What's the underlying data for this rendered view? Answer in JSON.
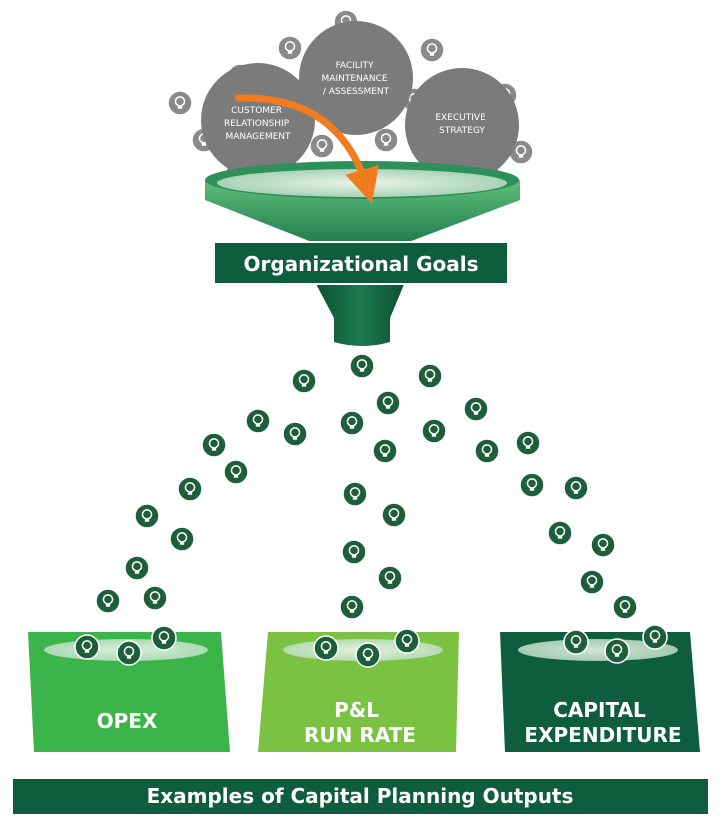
{
  "inputs": {
    "customer": [
      "CUSTOMER",
      "RELATIONSHIP",
      "MANAGEMENT"
    ],
    "facility": [
      "FACILITY",
      "MAINTENANCE",
      "/ ASSESSMENT"
    ],
    "executive": [
      "EXECUTIVE",
      "STRATEGY"
    ]
  },
  "funnel_label": "Organizational Goals",
  "outputs": {
    "opex": [
      "OPEX"
    ],
    "pl": [
      "P&L",
      "RUN RATE"
    ],
    "capex": [
      "CAPITAL",
      "EXPENDITURE"
    ]
  },
  "footer_label": "Examples of Capital Planning Outputs",
  "colors": {
    "dark_green": "#0f5d3f",
    "mid_green": "#2e9a57",
    "light_green": "#7cc242",
    "bright_green": "#3bb54a",
    "grey_bubble": "#7b7b7b",
    "arrow_orange": "#f07c1e"
  },
  "icons": [
    "lightbulb-icon"
  ]
}
